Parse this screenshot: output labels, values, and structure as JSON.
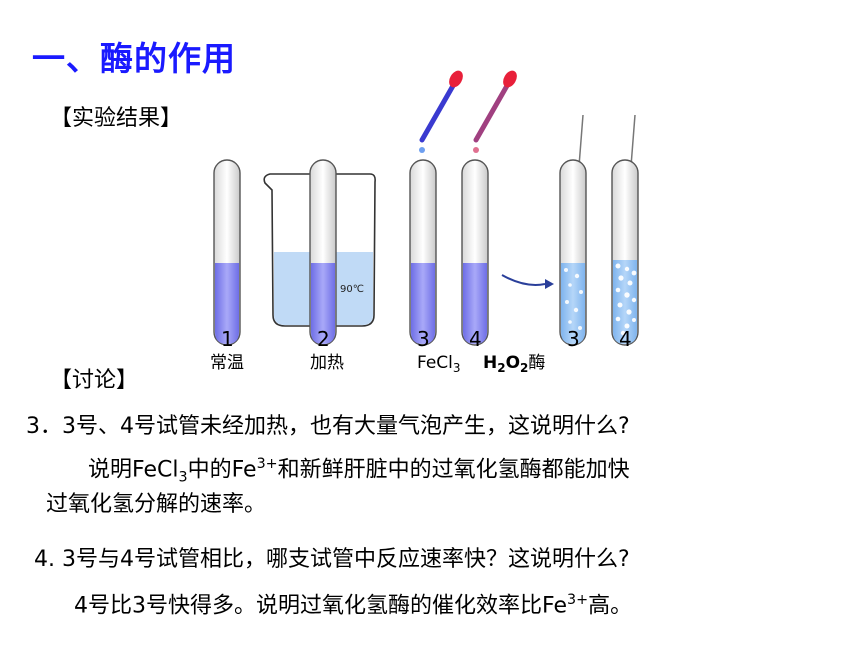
{
  "title": "一、酶的作用",
  "subtitle_results": "【实验结果】",
  "subtitle_discussion": "【讨论】",
  "figure": {
    "tube_numbers": [
      "1",
      "2",
      "3",
      "4",
      "3",
      "4"
    ],
    "temp_label": "90℃",
    "conditions": {
      "c1": "常温",
      "c2": "加热",
      "c3_pre": "FeCl",
      "c3_sub": "3",
      "c4_a": "H",
      "c4_sub1": "2",
      "c4_b": "O",
      "c4_sub2": "2",
      "c4_c": "酶"
    },
    "colors": {
      "liquid": "#8c8cf0",
      "beaker_water": "#b9d6f5",
      "dropper_tip": "#e8203a",
      "arrow": "#2a3f9a"
    }
  },
  "q3": {
    "question": "3．3号、4号试管未经加热，也有大量气泡产生，这说明什么?",
    "answer_a": "说明FeCl",
    "answer_sub": "3",
    "answer_b": "中的Fe",
    "answer_sup": "3+",
    "answer_c": "和新鲜肝脏中的过氧化氢酶都能加快",
    "answer_line2": "过氧化氢分解的速率。"
  },
  "q4": {
    "question": "4. 3号与4号试管相比，哪支试管中反应速率快？这说明什么?",
    "answer_a": "4号比3号快得多。说明过氧化氢酶的催化效率比Fe",
    "answer_sup": "3+",
    "answer_b": "高。"
  }
}
